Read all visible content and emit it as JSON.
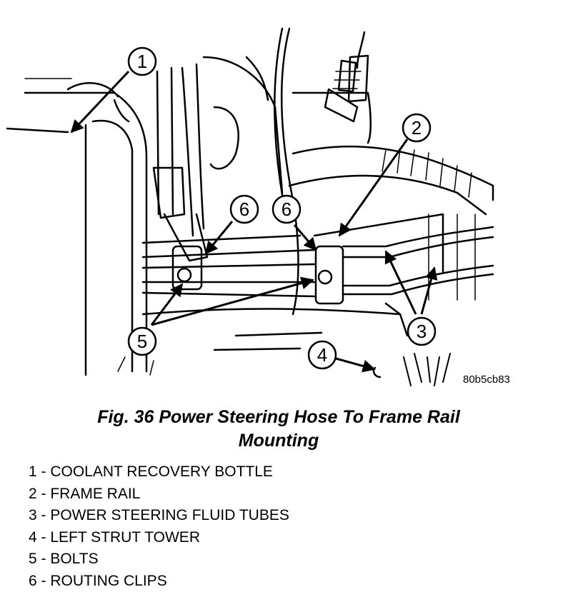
{
  "figure": {
    "image_code": "80b5cb83",
    "callouts": [
      "1",
      "2",
      "3",
      "4",
      "5",
      "6",
      "6"
    ]
  },
  "caption": {
    "line1": "Fig. 36 Power Steering Hose To Frame Rail",
    "line2": "Mounting"
  },
  "legend": [
    "1 - COOLANT RECOVERY BOTTLE",
    "2 - FRAME RAIL",
    "3 - POWER STEERING FLUID TUBES",
    "4 - LEFT STRUT TOWER",
    "5 - BOLTS",
    "6 - ROUTING CLIPS"
  ]
}
